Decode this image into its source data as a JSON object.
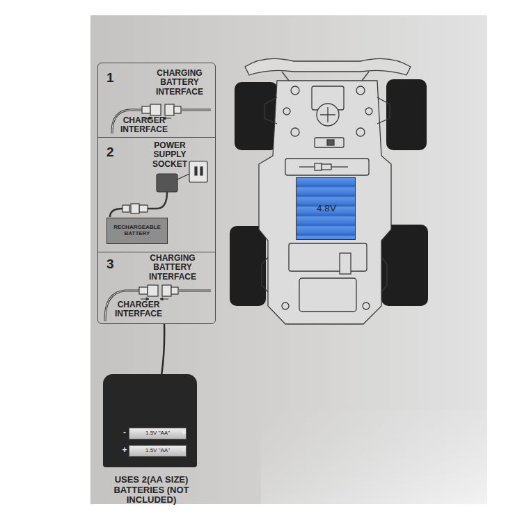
{
  "diagram": {
    "nodes": [
      {
        "text": [
          "1",
          "CHARGING BATTERY INTERFACE",
          "CHARGER INTERFACE"
        ]
      },
      {
        "text": [
          "2",
          "POWER SUPPLY SOCKET"
        ]
      },
      {
        "text": [
          "RECHARGEABLE BATTERY"
        ],
        "in": 1
      },
      {
        "text": [
          "3",
          "CHARGING BATTERY INTERFACE",
          "CHARGER INTERFACE"
        ]
      },
      {
        "text": [
          "4.8V"
        ]
      },
      {
        "text": [
          "USES 2(AA SIZE) BATTERIES (NOT INCLUDED)"
        ]
      },
      {
        "text": [
          "1.5V \"AA\""
        ],
        "in": 5
      },
      {
        "text": [
          "1.5V \"AA\""
        ],
        "in": 5
      }
    ],
    "labels": [
      "-",
      "+",
      "+",
      "-"
    ]
  }
}
